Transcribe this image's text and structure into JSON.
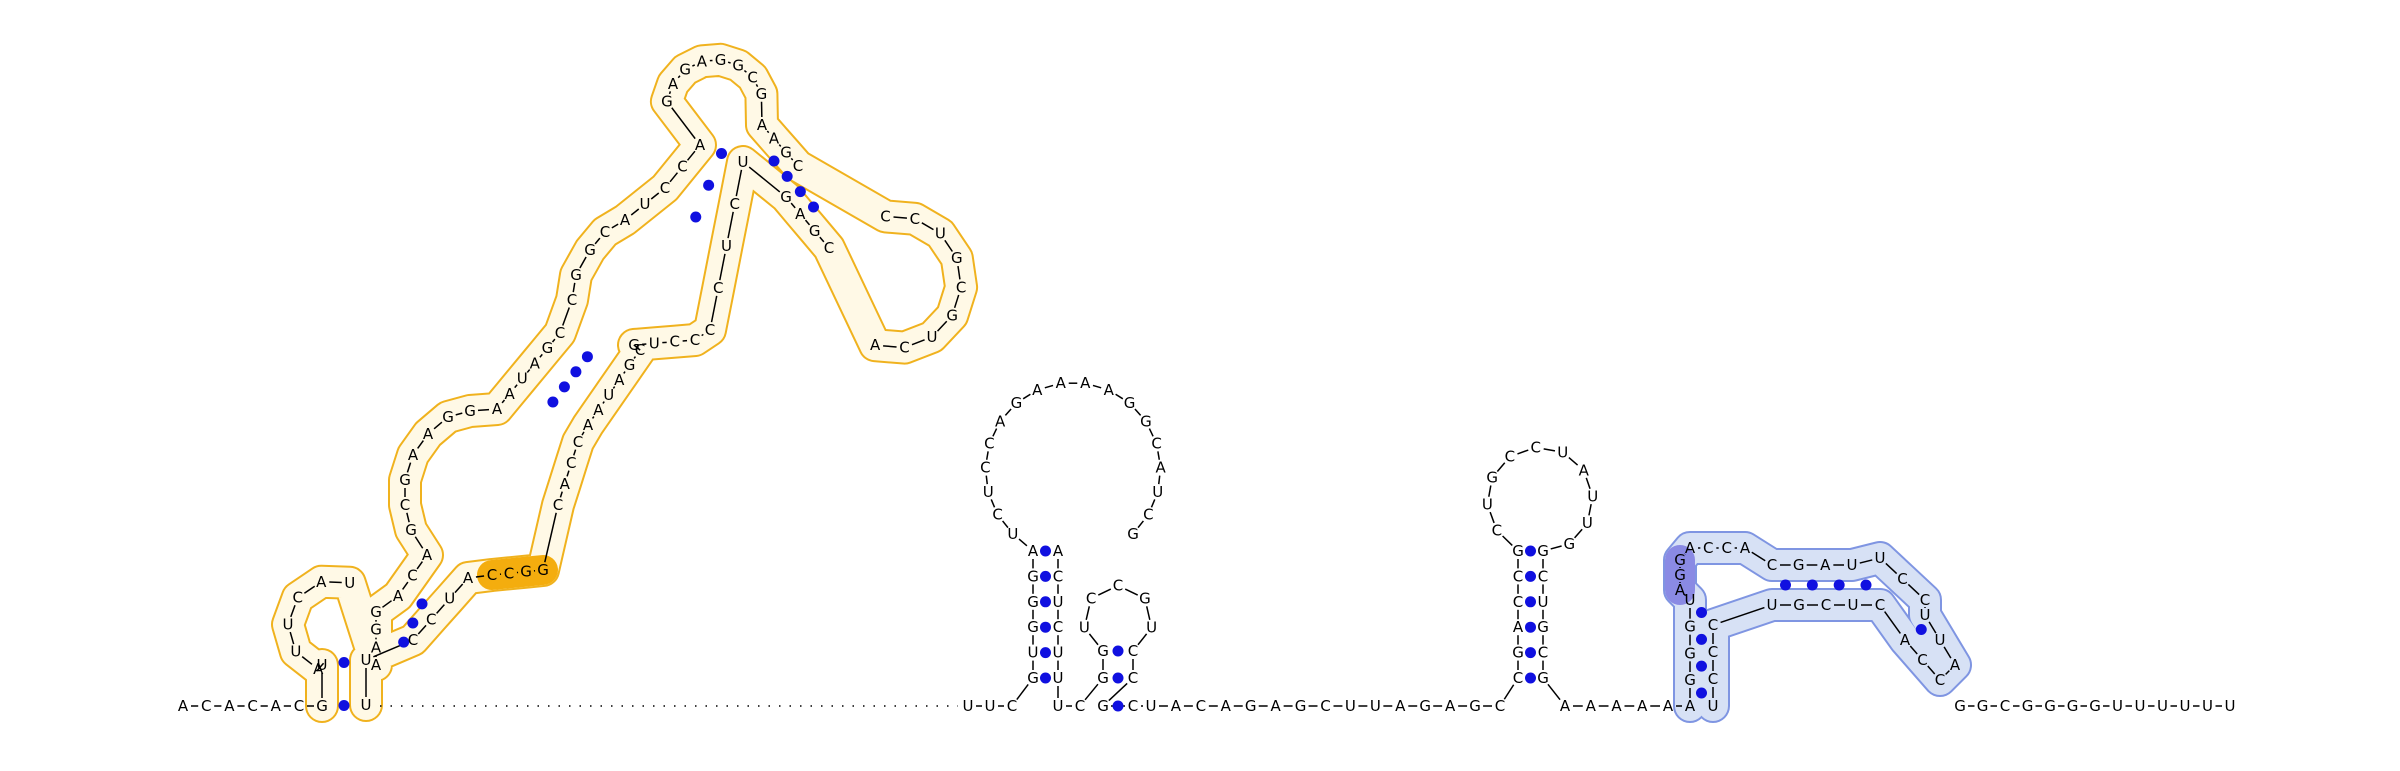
{
  "diagram": {
    "type": "rna-secondary-structure",
    "colors": {
      "pair_dot": "#1010e0",
      "orange_outline": "#f0b21e",
      "orange_fill": "#fff9e6",
      "orange_highlight": "#f4ad0e",
      "blue_outline": "#7f95e2",
      "blue_fill": "#d7e1f5",
      "blue_highlight": "#8a8ae4"
    },
    "sequences": {
      "five_prime": "ACACAC",
      "orange_domain": "GUAUUCAUAAGGACAGCGAAGGAAUAGCCGGCAUCCAGAGAGGCGAAGCCCUGCGUCACGAGUCUCCCCUGCGAUAACCACGGCCAUCCUUUGCGCCCCUGAUGG",
      "linker": "UUCGUGGGAUCUCCAGAAAAGGCAUCGACUCUUUCUCCGUGG",
      "middle": "UACAGAGCUUAGAGC",
      "hairpin3": "CGACCGCUGCCUAUUGGCUGCG",
      "between": "AAAAA",
      "blue_domain": "AGGGUAGACCACGAUCCGUUAUCCAGCCUCGGCC",
      "three_prime": "GGCGGGGUUUUUU"
    }
  }
}
